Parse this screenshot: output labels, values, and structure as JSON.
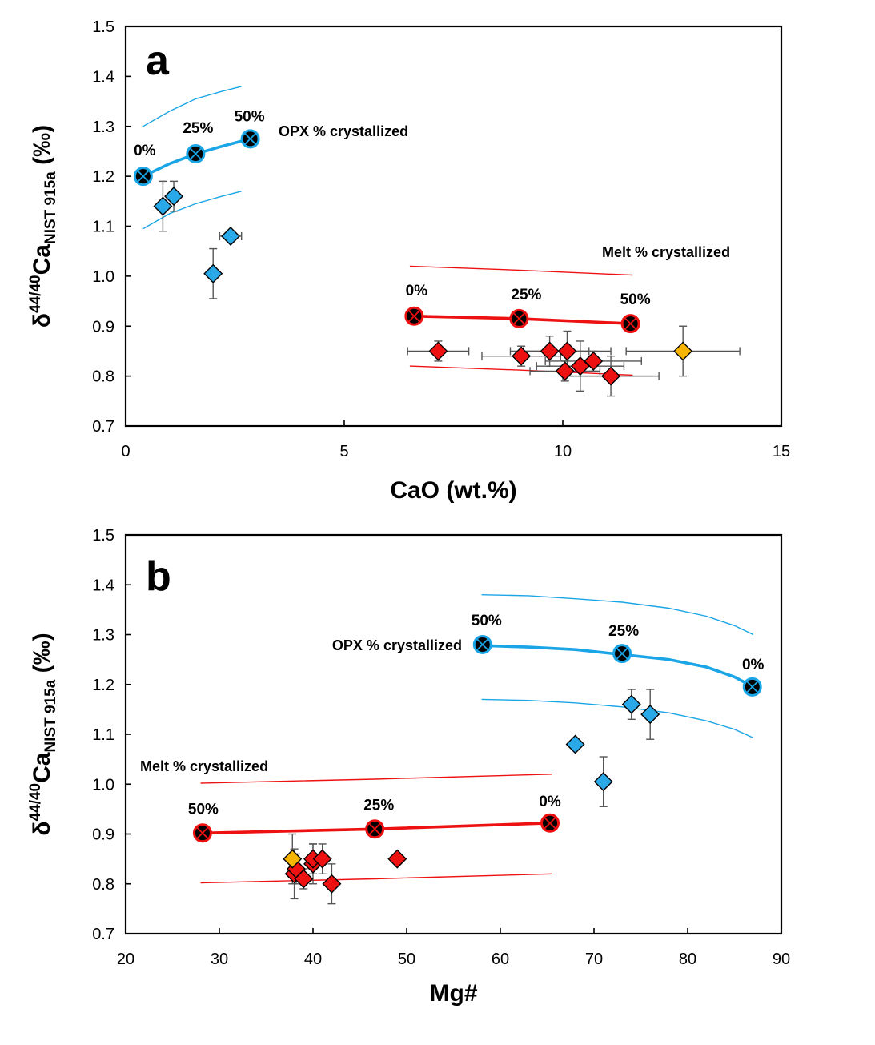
{
  "colors": {
    "opx": "#1aa5e6",
    "melt": "#ee1111",
    "sample_blue": "#2aa9e8",
    "sample_red": "#ee1111",
    "sample_yellow": "#f5b500",
    "error_bar": "#555555"
  },
  "chart_data": [
    {
      "type": "scatter",
      "panel_label": "a",
      "xlabel": "CaO (wt.%)",
      "ylabel": {
        "main": "δ",
        "sup": "44/40",
        "ca": "Ca",
        "sub": "NIST 915a",
        "unit": " (‰)"
      },
      "xlim": [
        0,
        15
      ],
      "ylim": [
        0.7,
        1.5
      ],
      "xticks": [
        "0",
        "5",
        "10",
        "15"
      ],
      "xtick_values": [
        0,
        5,
        10,
        15
      ],
      "yticks": [
        "0.7",
        "0.8",
        "0.9",
        "1.0",
        "1.1",
        "1.2",
        "1.3",
        "1.4",
        "1.5"
      ],
      "ytick_values": [
        0.7,
        0.8,
        0.9,
        1.0,
        1.1,
        1.2,
        1.3,
        1.4,
        1.5
      ],
      "grid": false,
      "models": [
        {
          "label": "OPX % crystallized",
          "color": "opx",
          "curve": [
            [
              0.4,
              1.2
            ],
            [
              1.0,
              1.225
            ],
            [
              1.6,
              1.245
            ],
            [
              2.2,
              1.26
            ],
            [
              2.85,
              1.275
            ]
          ],
          "upper": [
            [
              0.4,
              1.3
            ],
            [
              1.0,
              1.33
            ],
            [
              1.6,
              1.355
            ],
            [
              2.2,
              1.37
            ],
            [
              2.65,
              1.38
            ]
          ],
          "lower": [
            [
              0.4,
              1.095
            ],
            [
              1.0,
              1.125
            ],
            [
              1.6,
              1.145
            ],
            [
              2.2,
              1.16
            ],
            [
              2.65,
              1.17
            ]
          ],
          "markers": [
            {
              "x": 0.4,
              "y": 1.2,
              "label": "0%"
            },
            {
              "x": 1.6,
              "y": 1.245,
              "label": "25%"
            },
            {
              "x": 2.85,
              "y": 1.275,
              "label": "50%"
            }
          ]
        },
        {
          "label": "Melt % crystallized",
          "color": "melt",
          "curve": [
            [
              6.6,
              0.92
            ],
            [
              9.0,
              0.915
            ],
            [
              11.55,
              0.905
            ]
          ],
          "upper": [
            [
              6.5,
              1.02
            ],
            [
              9.0,
              1.012
            ],
            [
              11.6,
              1.002
            ]
          ],
          "lower": [
            [
              6.5,
              0.82
            ],
            [
              9.0,
              0.812
            ],
            [
              11.6,
              0.802
            ]
          ],
          "markers": [
            {
              "x": 6.6,
              "y": 0.92,
              "label": "0%"
            },
            {
              "x": 9.0,
              "y": 0.915,
              "label": "25%"
            },
            {
              "x": 11.55,
              "y": 0.905,
              "label": "50%"
            }
          ]
        }
      ],
      "samples": [
        {
          "x": 0.85,
          "y": 1.14,
          "color": "sample_blue",
          "yerr": 0.05,
          "xerr": 0
        },
        {
          "x": 1.1,
          "y": 1.16,
          "color": "sample_blue",
          "yerr": 0.03,
          "xerr": 0
        },
        {
          "x": 2.0,
          "y": 1.005,
          "color": "sample_blue",
          "yerr": 0.05,
          "xerr": 0
        },
        {
          "x": 2.4,
          "y": 1.08,
          "color": "sample_blue",
          "yerr": 0,
          "xerr": 0.25
        },
        {
          "x": 7.15,
          "y": 0.85,
          "color": "sample_red",
          "yerr": 0.02,
          "xerr": 0.7
        },
        {
          "x": 9.05,
          "y": 0.84,
          "color": "sample_red",
          "yerr": 0.02,
          "xerr": 0.9
        },
        {
          "x": 9.7,
          "y": 0.85,
          "color": "sample_red",
          "yerr": 0.03,
          "xerr": 0.9
        },
        {
          "x": 10.05,
          "y": 0.81,
          "color": "sample_red",
          "yerr": 0.02,
          "xerr": 0.8
        },
        {
          "x": 10.1,
          "y": 0.85,
          "color": "sample_red",
          "yerr": 0.04,
          "xerr": 1.0
        },
        {
          "x": 10.4,
          "y": 0.82,
          "color": "sample_red",
          "yerr": 0.05,
          "xerr": 1.0
        },
        {
          "x": 10.7,
          "y": 0.83,
          "color": "sample_red",
          "yerr": 0.02,
          "xerr": 1.1
        },
        {
          "x": 11.1,
          "y": 0.8,
          "color": "sample_red",
          "yerr": 0.04,
          "xerr": 1.1
        },
        {
          "x": 12.75,
          "y": 0.85,
          "color": "sample_yellow",
          "yerr": 0.05,
          "xerr": 1.3
        }
      ]
    },
    {
      "type": "scatter",
      "panel_label": "b",
      "xlabel": "Mg#",
      "ylabel": {
        "main": "δ",
        "sup": "44/40",
        "ca": "Ca",
        "sub": "NIST 915a",
        "unit": " (‰)"
      },
      "xlim": [
        20,
        90
      ],
      "ylim": [
        0.7,
        1.5
      ],
      "xticks": [
        "20",
        "30",
        "40",
        "50",
        "60",
        "70",
        "80",
        "90"
      ],
      "xtick_values": [
        20,
        30,
        40,
        50,
        60,
        70,
        80,
        90
      ],
      "yticks": [
        "0.7",
        "0.8",
        "0.9",
        "1.0",
        "1.1",
        "1.2",
        "1.3",
        "1.4",
        "1.5"
      ],
      "ytick_values": [
        0.7,
        0.8,
        0.9,
        1.0,
        1.1,
        1.2,
        1.3,
        1.4,
        1.5
      ],
      "grid": false,
      "models": [
        {
          "label": "OPX % crystallized",
          "color": "opx",
          "curve": [
            [
              58.1,
              1.278
            ],
            [
              63,
              1.275
            ],
            [
              68,
              1.27
            ],
            [
              73,
              1.26
            ],
            [
              78,
              1.25
            ],
            [
              82,
              1.235
            ],
            [
              85,
              1.215
            ],
            [
              87,
              1.195
            ]
          ],
          "upper": [
            [
              58.0,
              1.38
            ],
            [
              63,
              1.378
            ],
            [
              68,
              1.372
            ],
            [
              73,
              1.365
            ],
            [
              78,
              1.353
            ],
            [
              82,
              1.337
            ],
            [
              85,
              1.318
            ],
            [
              87,
              1.3
            ]
          ],
          "lower": [
            [
              58.0,
              1.17
            ],
            [
              63,
              1.168
            ],
            [
              68,
              1.163
            ],
            [
              73,
              1.155
            ],
            [
              78,
              1.143
            ],
            [
              82,
              1.127
            ],
            [
              85,
              1.11
            ],
            [
              87,
              1.093
            ]
          ],
          "markers": [
            {
              "x": 58.1,
              "y": 1.28,
              "label": "50%"
            },
            {
              "x": 73,
              "y": 1.262,
              "label": "25%"
            },
            {
              "x": 86.9,
              "y": 1.195,
              "label": "0%"
            }
          ]
        },
        {
          "label": "Melt % crystallized",
          "color": "melt",
          "curve": [
            [
              28.2,
              0.902
            ],
            [
              46.6,
              0.91
            ],
            [
              65.3,
              0.922
            ]
          ],
          "upper": [
            [
              28.0,
              1.002
            ],
            [
              46.6,
              1.01
            ],
            [
              65.5,
              1.02
            ]
          ],
          "lower": [
            [
              28.0,
              0.802
            ],
            [
              46.6,
              0.81
            ],
            [
              65.5,
              0.82
            ]
          ],
          "markers": [
            {
              "x": 28.2,
              "y": 0.902,
              "label": "50%"
            },
            {
              "x": 46.6,
              "y": 0.91,
              "label": "25%"
            },
            {
              "x": 65.3,
              "y": 0.922,
              "label": "0%"
            }
          ]
        }
      ],
      "samples": [
        {
          "x": 68,
          "y": 1.08,
          "color": "sample_blue",
          "yerr": 0,
          "xerr": 0
        },
        {
          "x": 71,
          "y": 1.005,
          "color": "sample_blue",
          "yerr": 0.05,
          "xerr": 0
        },
        {
          "x": 74,
          "y": 1.16,
          "color": "sample_blue",
          "yerr": 0.03,
          "xerr": 0
        },
        {
          "x": 76,
          "y": 1.14,
          "color": "sample_blue",
          "yerr": 0.05,
          "xerr": 0
        },
        {
          "x": 38,
          "y": 0.82,
          "color": "sample_red",
          "yerr": 0.05,
          "xerr": 0
        },
        {
          "x": 38.2,
          "y": 0.83,
          "color": "sample_red",
          "yerr": 0.03,
          "xerr": 0
        },
        {
          "x": 39,
          "y": 0.81,
          "color": "sample_red",
          "yerr": 0.02,
          "xerr": 0
        },
        {
          "x": 40,
          "y": 0.84,
          "color": "sample_red",
          "yerr": 0.04,
          "xerr": 0
        },
        {
          "x": 40,
          "y": 0.85,
          "color": "sample_red",
          "yerr": 0.03,
          "xerr": 0
        },
        {
          "x": 41,
          "y": 0.85,
          "color": "sample_red",
          "yerr": 0.03,
          "xerr": 0
        },
        {
          "x": 42,
          "y": 0.8,
          "color": "sample_red",
          "yerr": 0.04,
          "xerr": 0
        },
        {
          "x": 49,
          "y": 0.85,
          "color": "sample_red",
          "yerr": 0,
          "xerr": 0
        },
        {
          "x": 37.8,
          "y": 0.85,
          "color": "sample_yellow",
          "yerr": 0.05,
          "xerr": 0
        }
      ]
    }
  ]
}
